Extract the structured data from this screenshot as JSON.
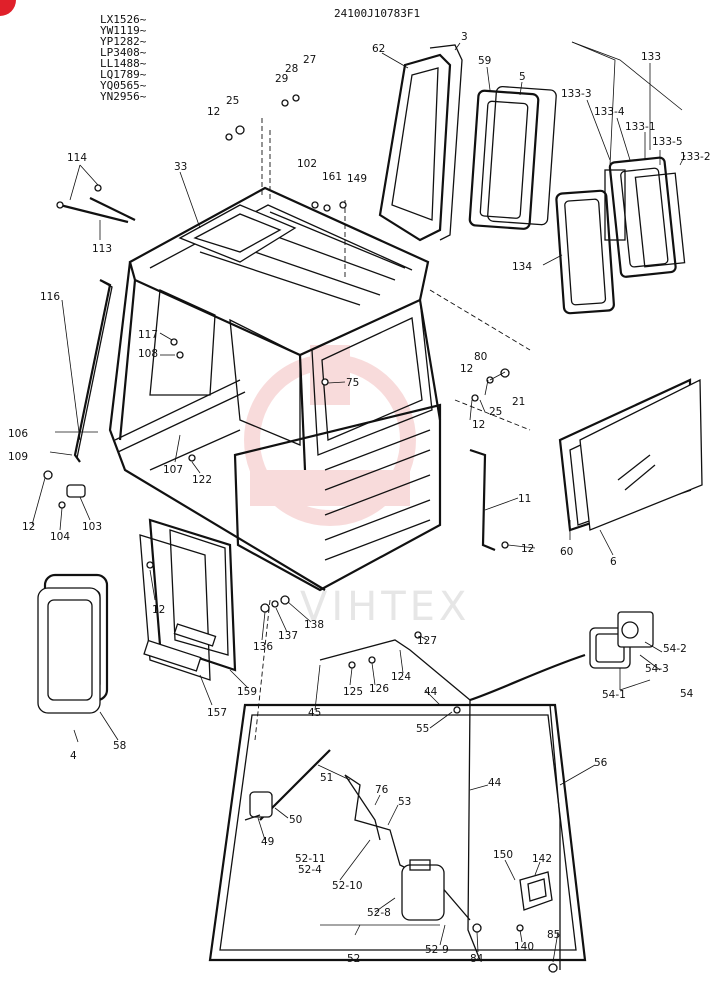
{
  "header": {
    "part_code": "24100J10783F1",
    "serials": [
      "LX1526~",
      "YW1119~",
      "YP1282~",
      "LP3408~",
      "LL1488~",
      "LQ1789~",
      "YQ0565~",
      "YN2956~"
    ]
  },
  "watermark": {
    "text": "VIHTEX",
    "color": "#f2b8b8"
  },
  "corner_badge_color": "#e0202a",
  "callouts": {
    "p3": "3",
    "p5": "5",
    "p4": "4",
    "p6": "6",
    "p11": "11",
    "p12a": "12",
    "p12b": "12",
    "p12c": "12",
    "p12d": "12",
    "p12e": "12",
    "p12f": "12",
    "p21": "21",
    "p25a": "25",
    "p25b": "25",
    "p27": "27",
    "p28": "28",
    "p29": "29",
    "p33": "33",
    "p44a": "44",
    "p44b": "44",
    "p45": "45",
    "p49": "49",
    "p50": "50",
    "p51": "51",
    "p52": "52",
    "p52_4": "52-4",
    "p52_8": "52-8",
    "p52_9": "52-9",
    "p52_10": "52-10",
    "p52_11": "52-11",
    "p53": "53",
    "p54": "54",
    "p54_1": "54-1",
    "p54_2": "54-2",
    "p54_3": "54-3",
    "p55": "55",
    "p56": "56",
    "p58": "58",
    "p59": "59",
    "p60": "60",
    "p62": "62",
    "p75": "75",
    "p76": "76",
    "p80": "80",
    "p84": "84",
    "p85": "85",
    "p102": "102",
    "p103": "103",
    "p104": "104",
    "p106": "106",
    "p107": "107",
    "p108": "108",
    "p109": "109",
    "p113": "113",
    "p114": "114",
    "p116": "116",
    "p117": "117",
    "p122": "122",
    "p124": "124",
    "p125": "125",
    "p126": "126",
    "p127": "127",
    "p133": "133",
    "p133_1": "133-1",
    "p133_2": "133-2",
    "p133_3": "133-3",
    "p133_4": "133-4",
    "p133_5": "133-5",
    "p134": "134",
    "p136": "136",
    "p137": "137",
    "p138": "138",
    "p140": "140",
    "p142": "142",
    "p149": "149",
    "p150": "150",
    "p157": "157",
    "p159": "159",
    "p161": "161"
  }
}
